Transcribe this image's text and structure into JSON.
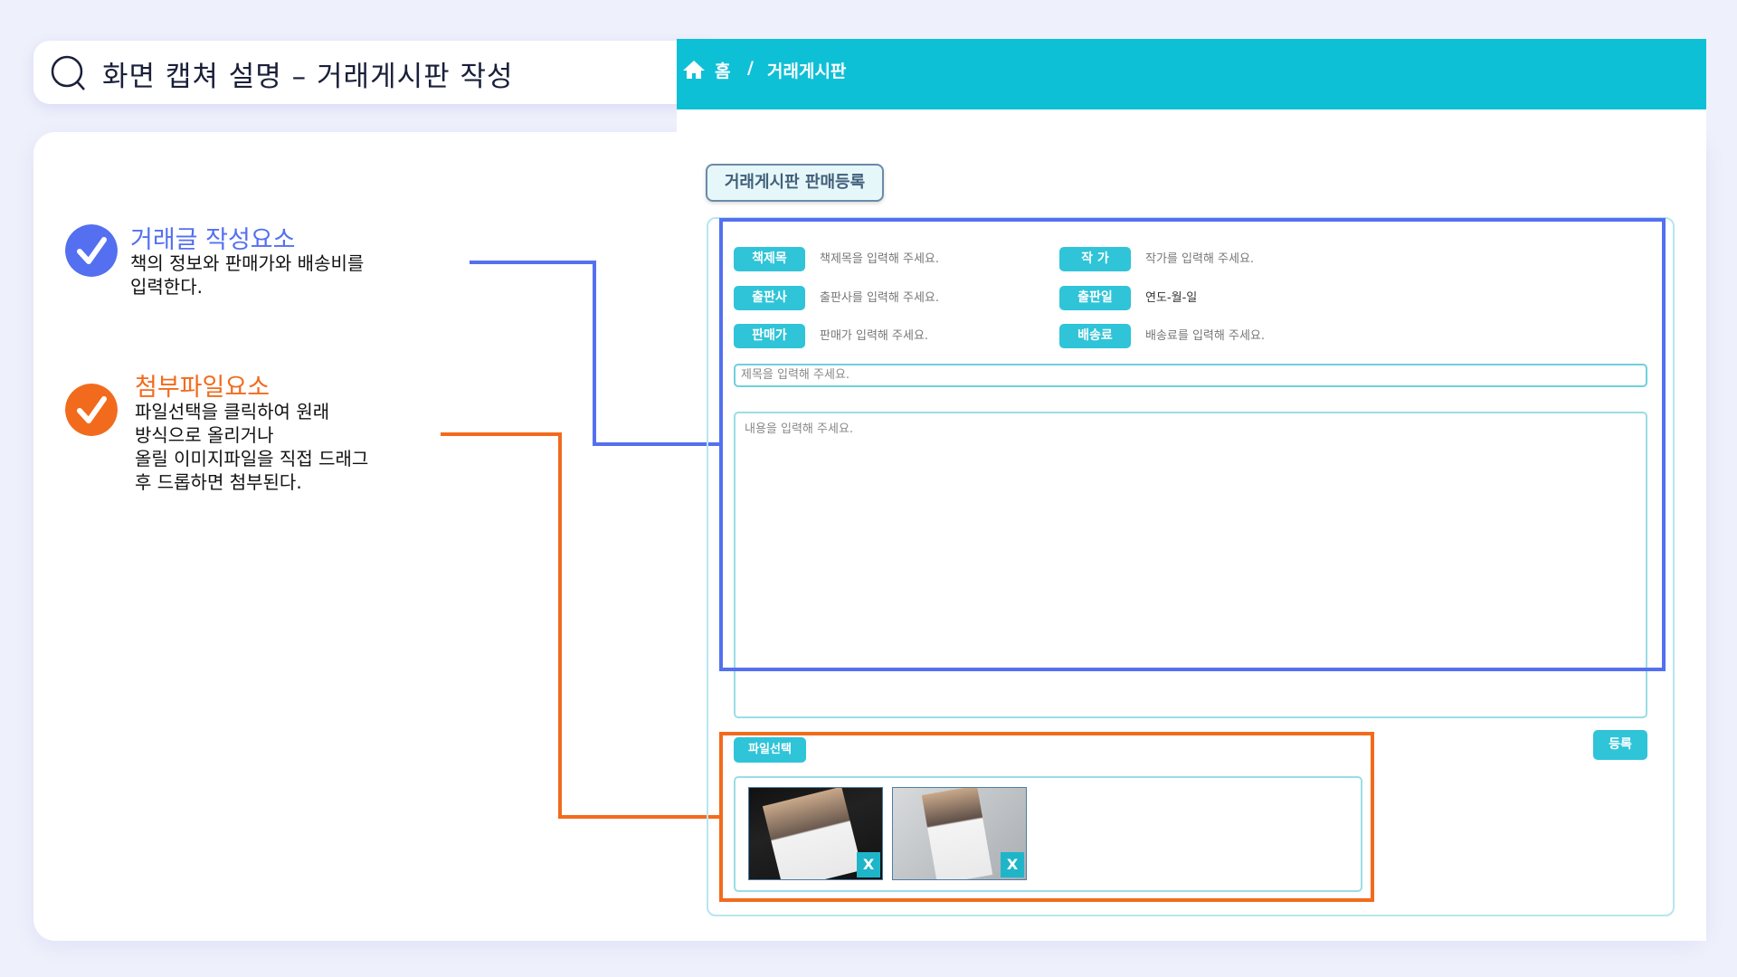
{
  "search": {
    "title": "화면 캡쳐 설명 – 거래게시판 작성"
  },
  "breadcrumb": {
    "home": "홈",
    "separator": "/",
    "current": "거래게시판"
  },
  "annotations": [
    {
      "title": "거래글 작성요소",
      "lines": [
        "책의 정보와 판매가와 배송비를",
        "입력한다."
      ],
      "color": "#5470f0"
    },
    {
      "title": "첨부파일요소",
      "lines": [
        "파일선택을 클릭하여 원래",
        "방식으로 올리거나",
        "올릴 이미지파일을 직접 드래그",
        "후 드롭하면 첨부된다."
      ],
      "color": "#f26b1d"
    }
  ],
  "form": {
    "heading": "거래게시판 판매등록",
    "fields": [
      {
        "label": "책제목",
        "placeholder": "책제목을 입력해 주세요."
      },
      {
        "label": "작 가",
        "placeholder": "작가를 입력해 주세요."
      },
      {
        "label": "출판사",
        "placeholder": "출판사를 입력해 주세요."
      },
      {
        "label": "출판일",
        "value": "연도-월-일"
      },
      {
        "label": "판매가",
        "placeholder": "판매가 입력해 주세요."
      },
      {
        "label": "배송료",
        "placeholder": "배송료를 입력해 주세요."
      }
    ],
    "title_placeholder": "제목을 입력해 주세요.",
    "content_placeholder": "내용을 입력해 주세요.",
    "file_button": "파일선택",
    "remove_label": "X",
    "submit": "등록"
  },
  "colors": {
    "header": "#0ec0d6",
    "label": "#2fc4d8",
    "blue": "#5470f0",
    "orange": "#f26b1d"
  }
}
